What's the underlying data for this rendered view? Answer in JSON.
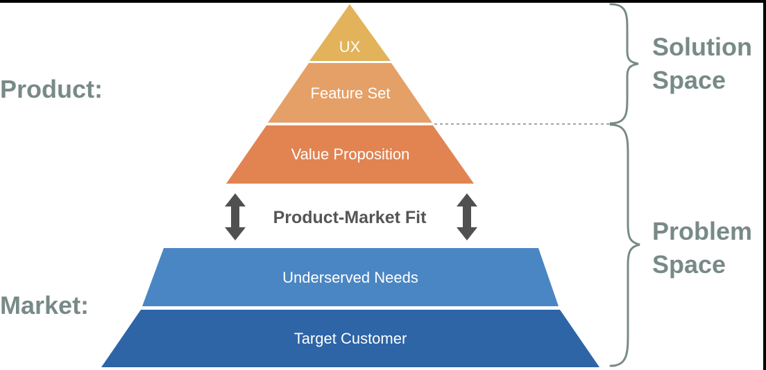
{
  "colors": {
    "background": "#ffffff",
    "frame": "#000000",
    "label_gray": "#788a87",
    "dark_text": "#555555",
    "arrow": "#505050",
    "ux": "#e2b35a",
    "feature_set": "#e5a067",
    "value_proposition": "#e18452",
    "underserved_needs": "#4a86c3",
    "target_customer": "#2d65a6",
    "layer_text": "#ffffff"
  },
  "pyramid": {
    "product_layers": [
      {
        "label": "UX"
      },
      {
        "label": "Feature Set"
      },
      {
        "label": "Value Proposition"
      }
    ],
    "market_layers": [
      {
        "label": "Underserved Needs"
      },
      {
        "label": "Target Customer"
      }
    ]
  },
  "side_labels": {
    "product": "Product:",
    "market": "Market:"
  },
  "fit": {
    "label": "Product-Market Fit",
    "arrow_icon": "double-headed-vertical-arrow-icon"
  },
  "spaces": {
    "solution": {
      "line1": "Solution",
      "line2": "Space"
    },
    "problem": {
      "line1": "Problem",
      "line2": "Space"
    }
  }
}
